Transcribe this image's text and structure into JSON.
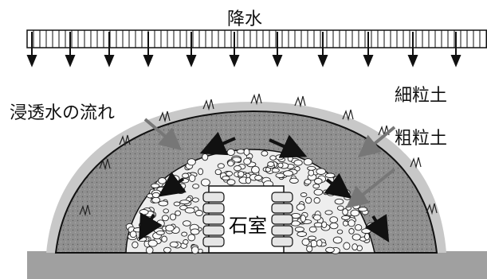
{
  "title": "降水",
  "labels": {
    "infiltration": "浸透水の流れ",
    "fine_soil": "細粒土",
    "coarse_soil": "粗粒土",
    "stone_chamber": "石室"
  },
  "colors": {
    "ground": "#999999",
    "mound_outer": "#bdbdbd",
    "mound_fill": "#8c8c8c",
    "arrow_gray": "#777777",
    "stroke": "#111111"
  }
}
